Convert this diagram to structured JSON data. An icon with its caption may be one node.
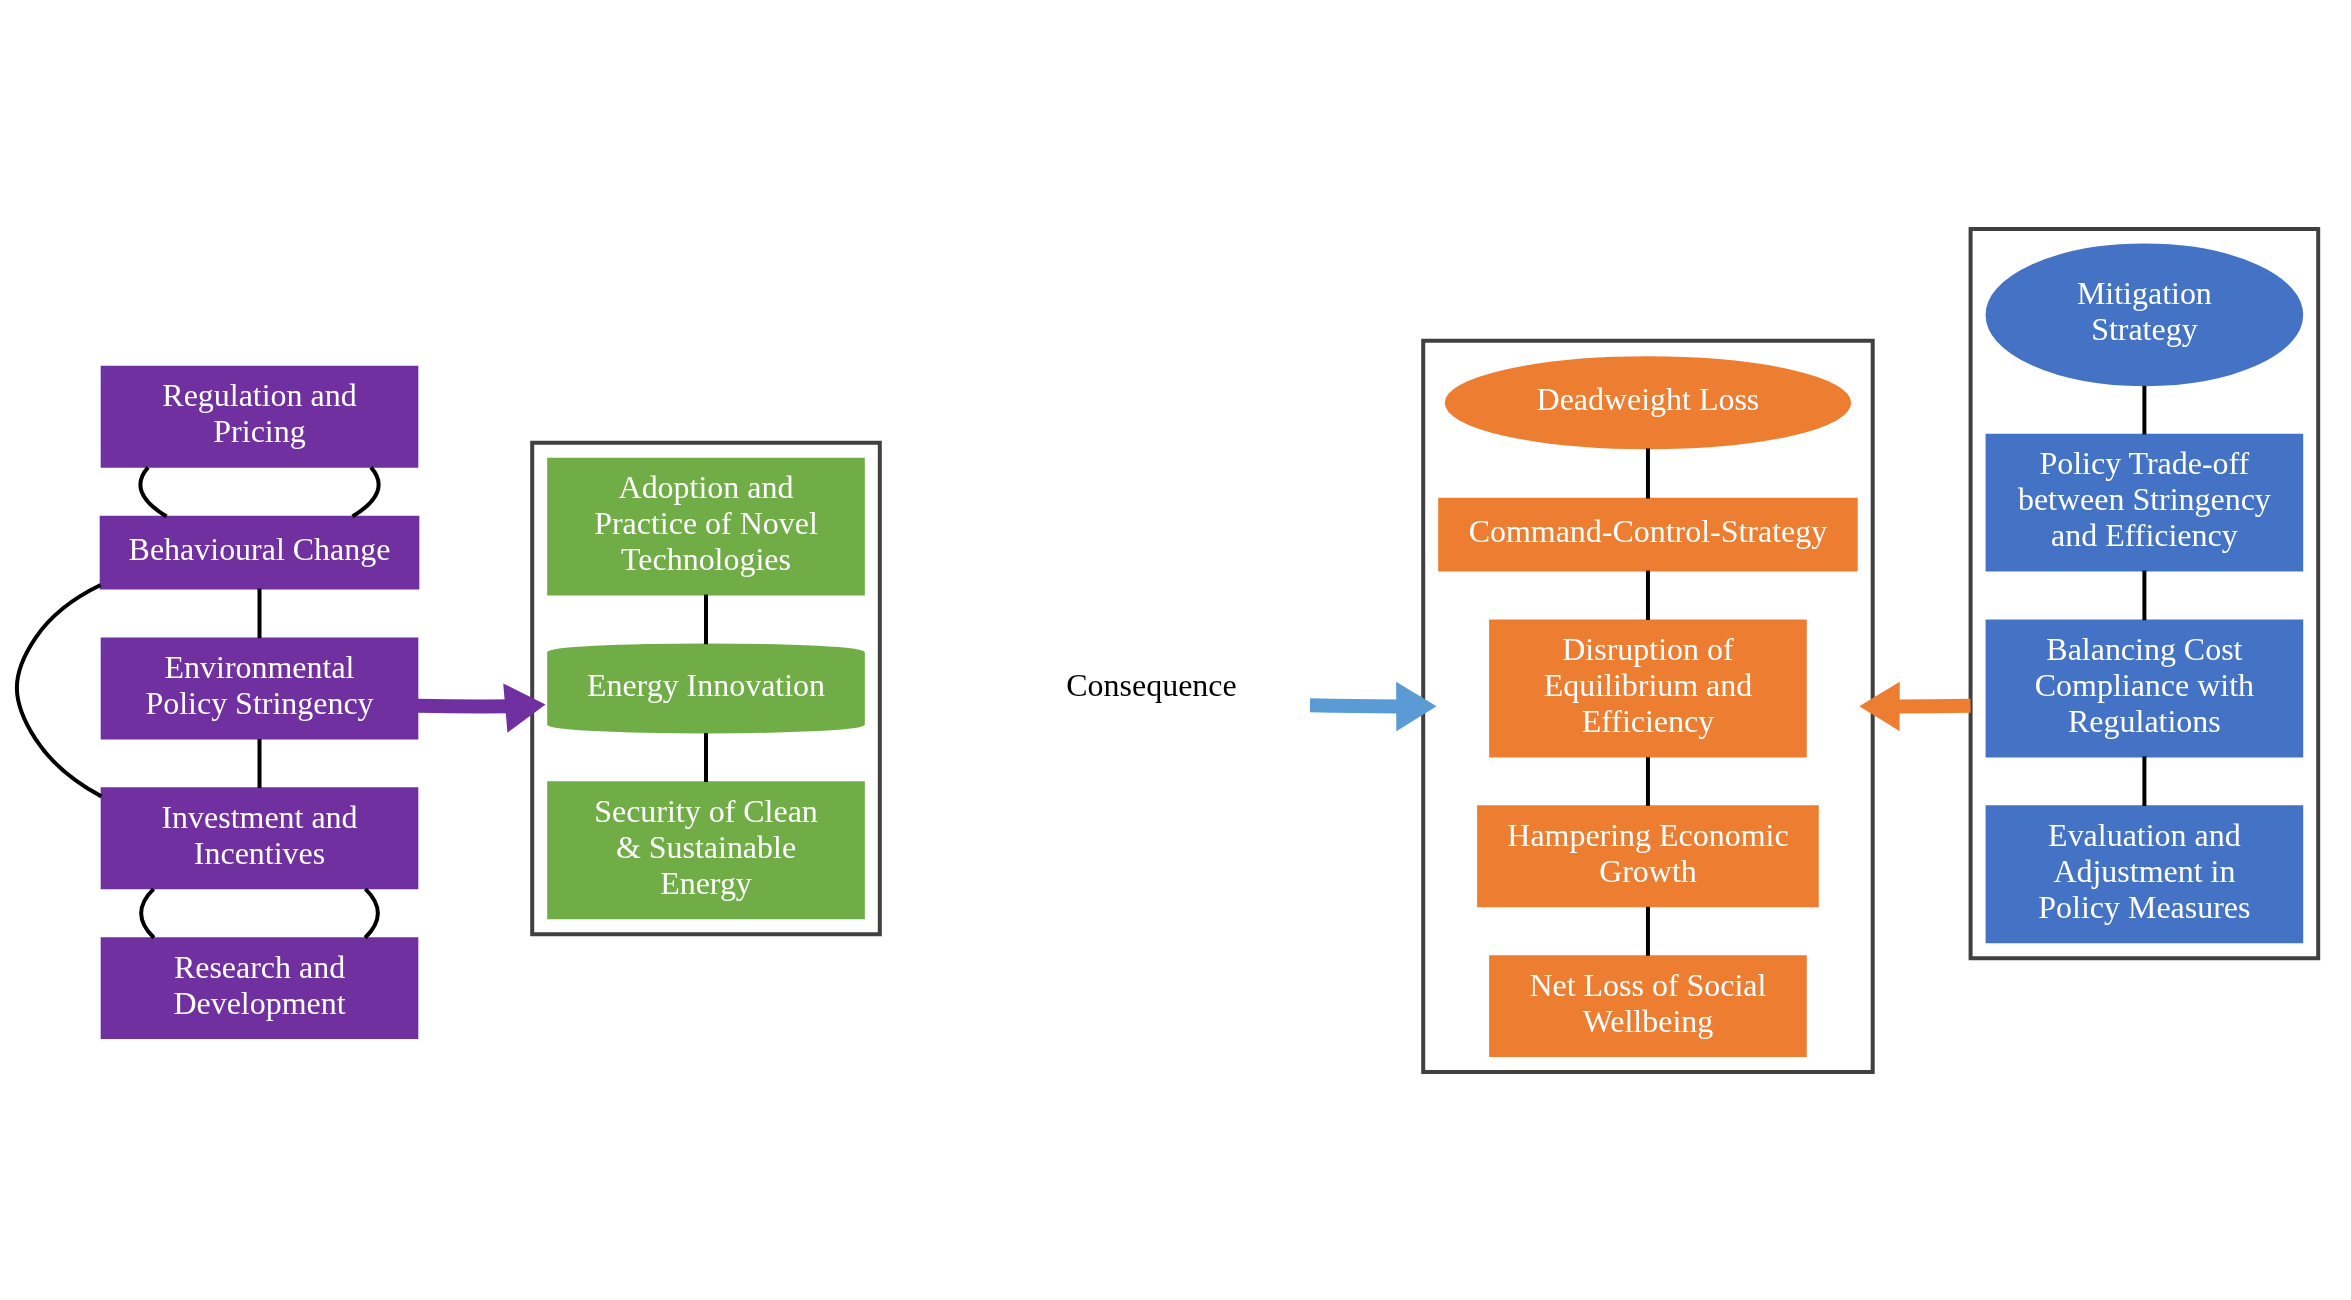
{
  "diagram": {
    "nodes": [
      {
        "text": [
          "Regulation and Pricing"
        ]
      },
      {
        "text": [
          "Behavioural Change"
        ]
      },
      {
        "text": [
          "Environmental Policy Stringency"
        ]
      },
      {
        "text": [
          "Investment and Incentives"
        ]
      },
      {
        "text": [
          "Research and Development"
        ]
      },
      {
        "text": [],
        "shape": "box"
      },
      {
        "text": [
          "Adoption and Practice of Novel Technologies"
        ],
        "in": 5
      },
      {
        "text": [
          "Energy Innovation"
        ],
        "in": 5
      },
      {
        "text": [
          "Security of Clean & Sustainable Energy"
        ],
        "in": 5
      },
      {
        "text": [
          "Consequence"
        ]
      },
      {
        "text": [],
        "shape": "box"
      },
      {
        "text": [
          "Deadweight Loss"
        ],
        "in": 10
      },
      {
        "text": [
          "Command-Control-Strategy"
        ],
        "in": 10
      },
      {
        "text": [
          "Disruption of Equilibrium and Efficiency"
        ],
        "in": 10
      },
      {
        "text": [
          "Hampering Economic Growth"
        ],
        "in": 10
      },
      {
        "text": [
          "Net Loss of Social Wellbeing"
        ],
        "in": 10
      },
      {
        "text": [],
        "shape": "box"
      },
      {
        "text": [
          "Mitigation Strategy"
        ],
        "in": 16
      },
      {
        "text": [
          "Policy Trade-off between Stringency and Efficiency"
        ],
        "in": 16
      },
      {
        "text": [
          "Balancing Cost Compliance with Regulations"
        ],
        "in": 16
      },
      {
        "text": [
          "Evaluation and Adjustment in Policy Measures"
        ],
        "in": 16
      }
    ],
    "edges": [
      {
        "from": 0,
        "to": 1,
        "arrow": "none"
      },
      {
        "from": 1,
        "to": 2,
        "arrow": "none"
      },
      {
        "from": 2,
        "to": 3,
        "arrow": "none"
      },
      {
        "from": 3,
        "to": 4,
        "arrow": "none"
      },
      {
        "from": 0,
        "to": 1,
        "arrow": "none"
      },
      {
        "from": 1,
        "to": 3,
        "arrow": "none"
      },
      {
        "from": 3,
        "to": 4,
        "arrow": "none"
      },
      {
        "from": 2,
        "to": 5,
        "arrow": "to",
        "style": "thick",
        "color": "#7030a0"
      },
      {
        "from": 6,
        "to": 7,
        "arrow": "none"
      },
      {
        "from": 7,
        "to": 8,
        "arrow": "none"
      },
      {
        "from": 9,
        "to": 10,
        "arrow": "to",
        "style": "thick",
        "color": "#5b9bd5"
      },
      {
        "from": 11,
        "to": 12,
        "arrow": "none"
      },
      {
        "from": 12,
        "to": 13,
        "arrow": "none"
      },
      {
        "from": 13,
        "to": 14,
        "arrow": "none"
      },
      {
        "from": 14,
        "to": 15,
        "arrow": "none"
      },
      {
        "from": 16,
        "to": 10,
        "arrow": "to",
        "style": "thick",
        "color": "#ed7d31"
      },
      {
        "from": 17,
        "to": 18,
        "arrow": "none"
      },
      {
        "from": 18,
        "to": 19,
        "arrow": "none"
      },
      {
        "from": 19,
        "to": 20,
        "arrow": "none"
      }
    ]
  }
}
